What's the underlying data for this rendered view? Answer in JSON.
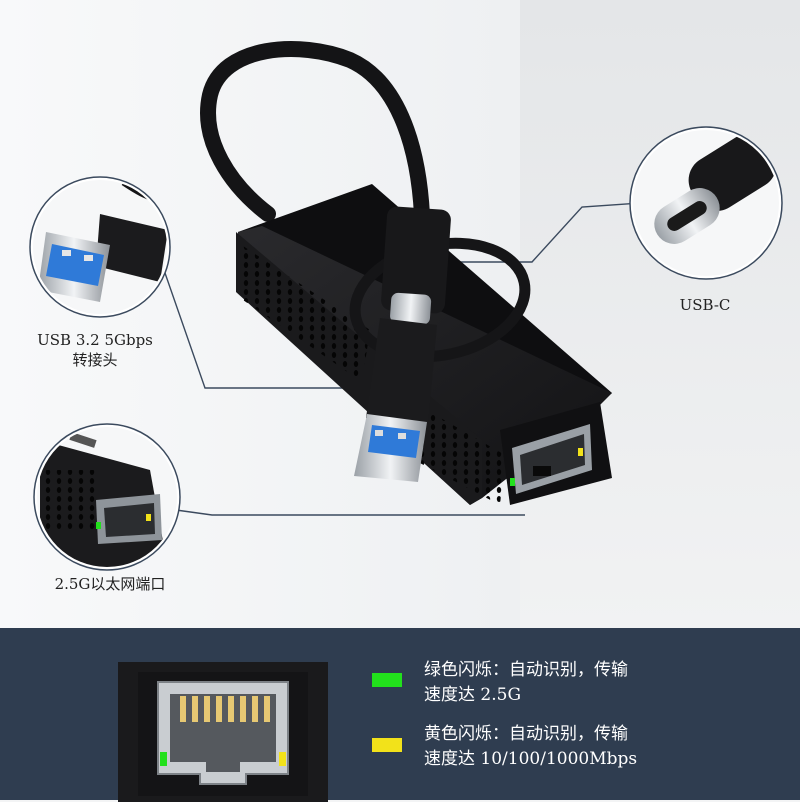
{
  "callouts": {
    "usb_c": "USB-C",
    "usb_a_line1": "USB 3.2 5Gbps",
    "usb_a_line2": "转接头",
    "ethernet": "2.5G以太网端口"
  },
  "led_legend": {
    "green": {
      "color": "#22e01c",
      "line1": "绿色闪烁：自动识别，传输",
      "line2": "速度达 2.5G"
    },
    "yellow": {
      "color": "#f2e21a",
      "line1": "黄色闪烁：自动识别，传输",
      "line2": "速度达 10/100/1000Mbps"
    }
  },
  "colors": {
    "band": "#2f3d50",
    "usb_blue": "#2f7ad8",
    "device": "#1d1d1f"
  }
}
